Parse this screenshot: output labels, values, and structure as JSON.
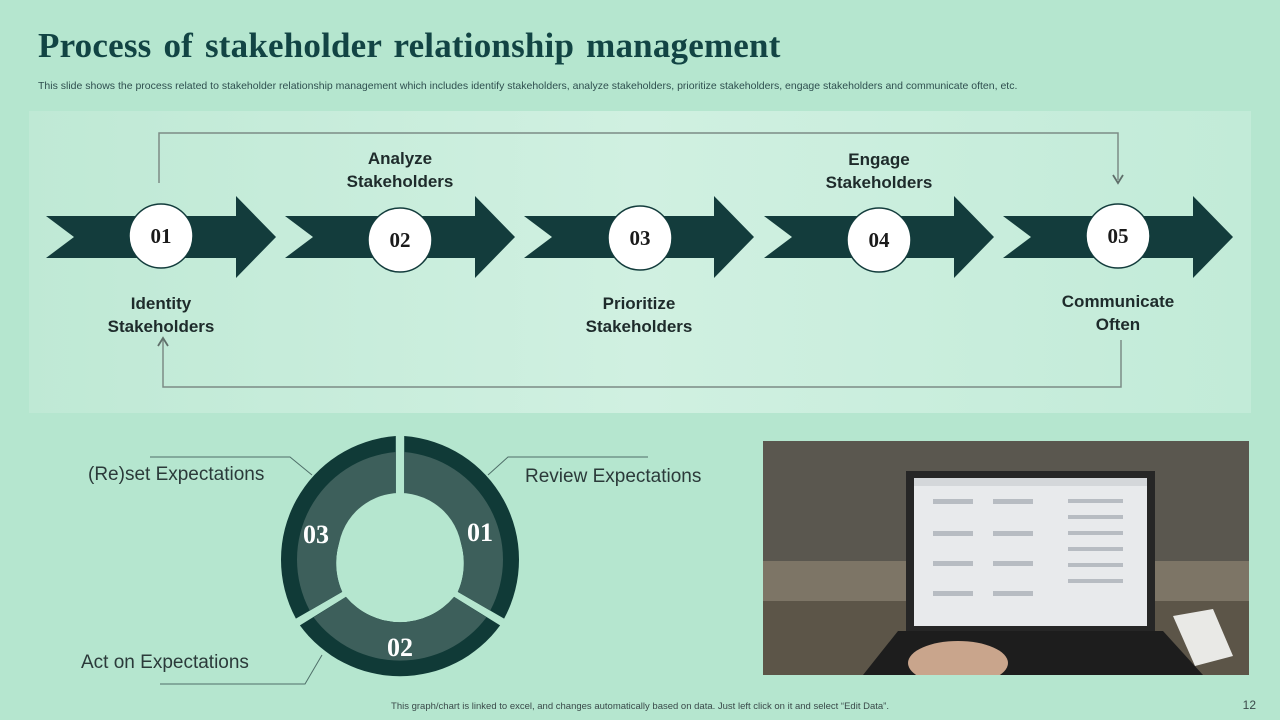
{
  "header": {
    "title": "Process of stakeholder relationship management",
    "subtitle": "This slide shows the process related to stakeholder relationship management which includes identify stakeholders, analyze stakeholders, prioritize stakeholders, engage stakeholders and communicate often, etc."
  },
  "process": {
    "steps": [
      {
        "number": "01",
        "label_line1": "Identity",
        "label_line2": "Stakeholders"
      },
      {
        "number": "02",
        "label_line1": "Analyze",
        "label_line2": "Stakeholders"
      },
      {
        "number": "03",
        "label_line1": "Prioritize",
        "label_line2": "Stakeholders"
      },
      {
        "number": "04",
        "label_line1": "Engage",
        "label_line2": "Stakeholders"
      },
      {
        "number": "05",
        "label_line1": "Communicate",
        "label_line2": "Often"
      }
    ]
  },
  "cycle": {
    "segments": [
      {
        "number": "01",
        "label": "Review Expectations"
      },
      {
        "number": "02",
        "label": "Act on Expectations"
      },
      {
        "number": "03",
        "label": "(Re)set Expectations"
      }
    ]
  },
  "footer": {
    "note": "This graph/chart is linked to excel, and changes automatically based on data. Just left click on it and select “Edit Data”.",
    "page_number": "12"
  },
  "colors": {
    "background": "#b5e6cf",
    "arrow": "#133c3c",
    "donut_ring": "#103a37",
    "donut_segment": "#3d5f5b",
    "title": "#124444"
  },
  "icons": {
    "photo": "laptop-photo"
  }
}
